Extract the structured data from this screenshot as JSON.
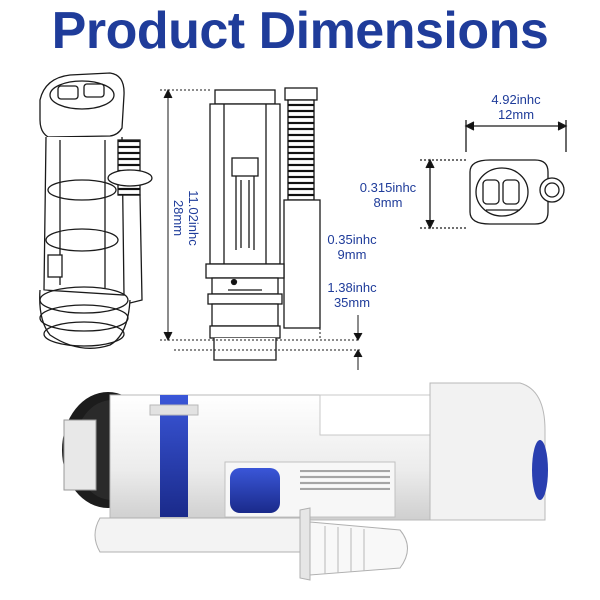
{
  "title": "Product Dimensions",
  "dimensions": {
    "height": {
      "imperial": "11.02inhc",
      "metric": "28mm"
    },
    "outlet": {
      "imperial": "0.35inhc",
      "metric": "9mm"
    },
    "base": {
      "imperial": "1.38inhc",
      "metric": "35mm"
    },
    "width": {
      "imperial": "4.92inhc",
      "metric": "12mm"
    },
    "depth": {
      "imperial": "0.315inhc",
      "metric": "8mm"
    }
  },
  "colors": {
    "title": "#1f3c9a",
    "accent_blue": "#2a3fb0",
    "plastic": "#f4f4f4",
    "line": "#1a1a1a"
  }
}
